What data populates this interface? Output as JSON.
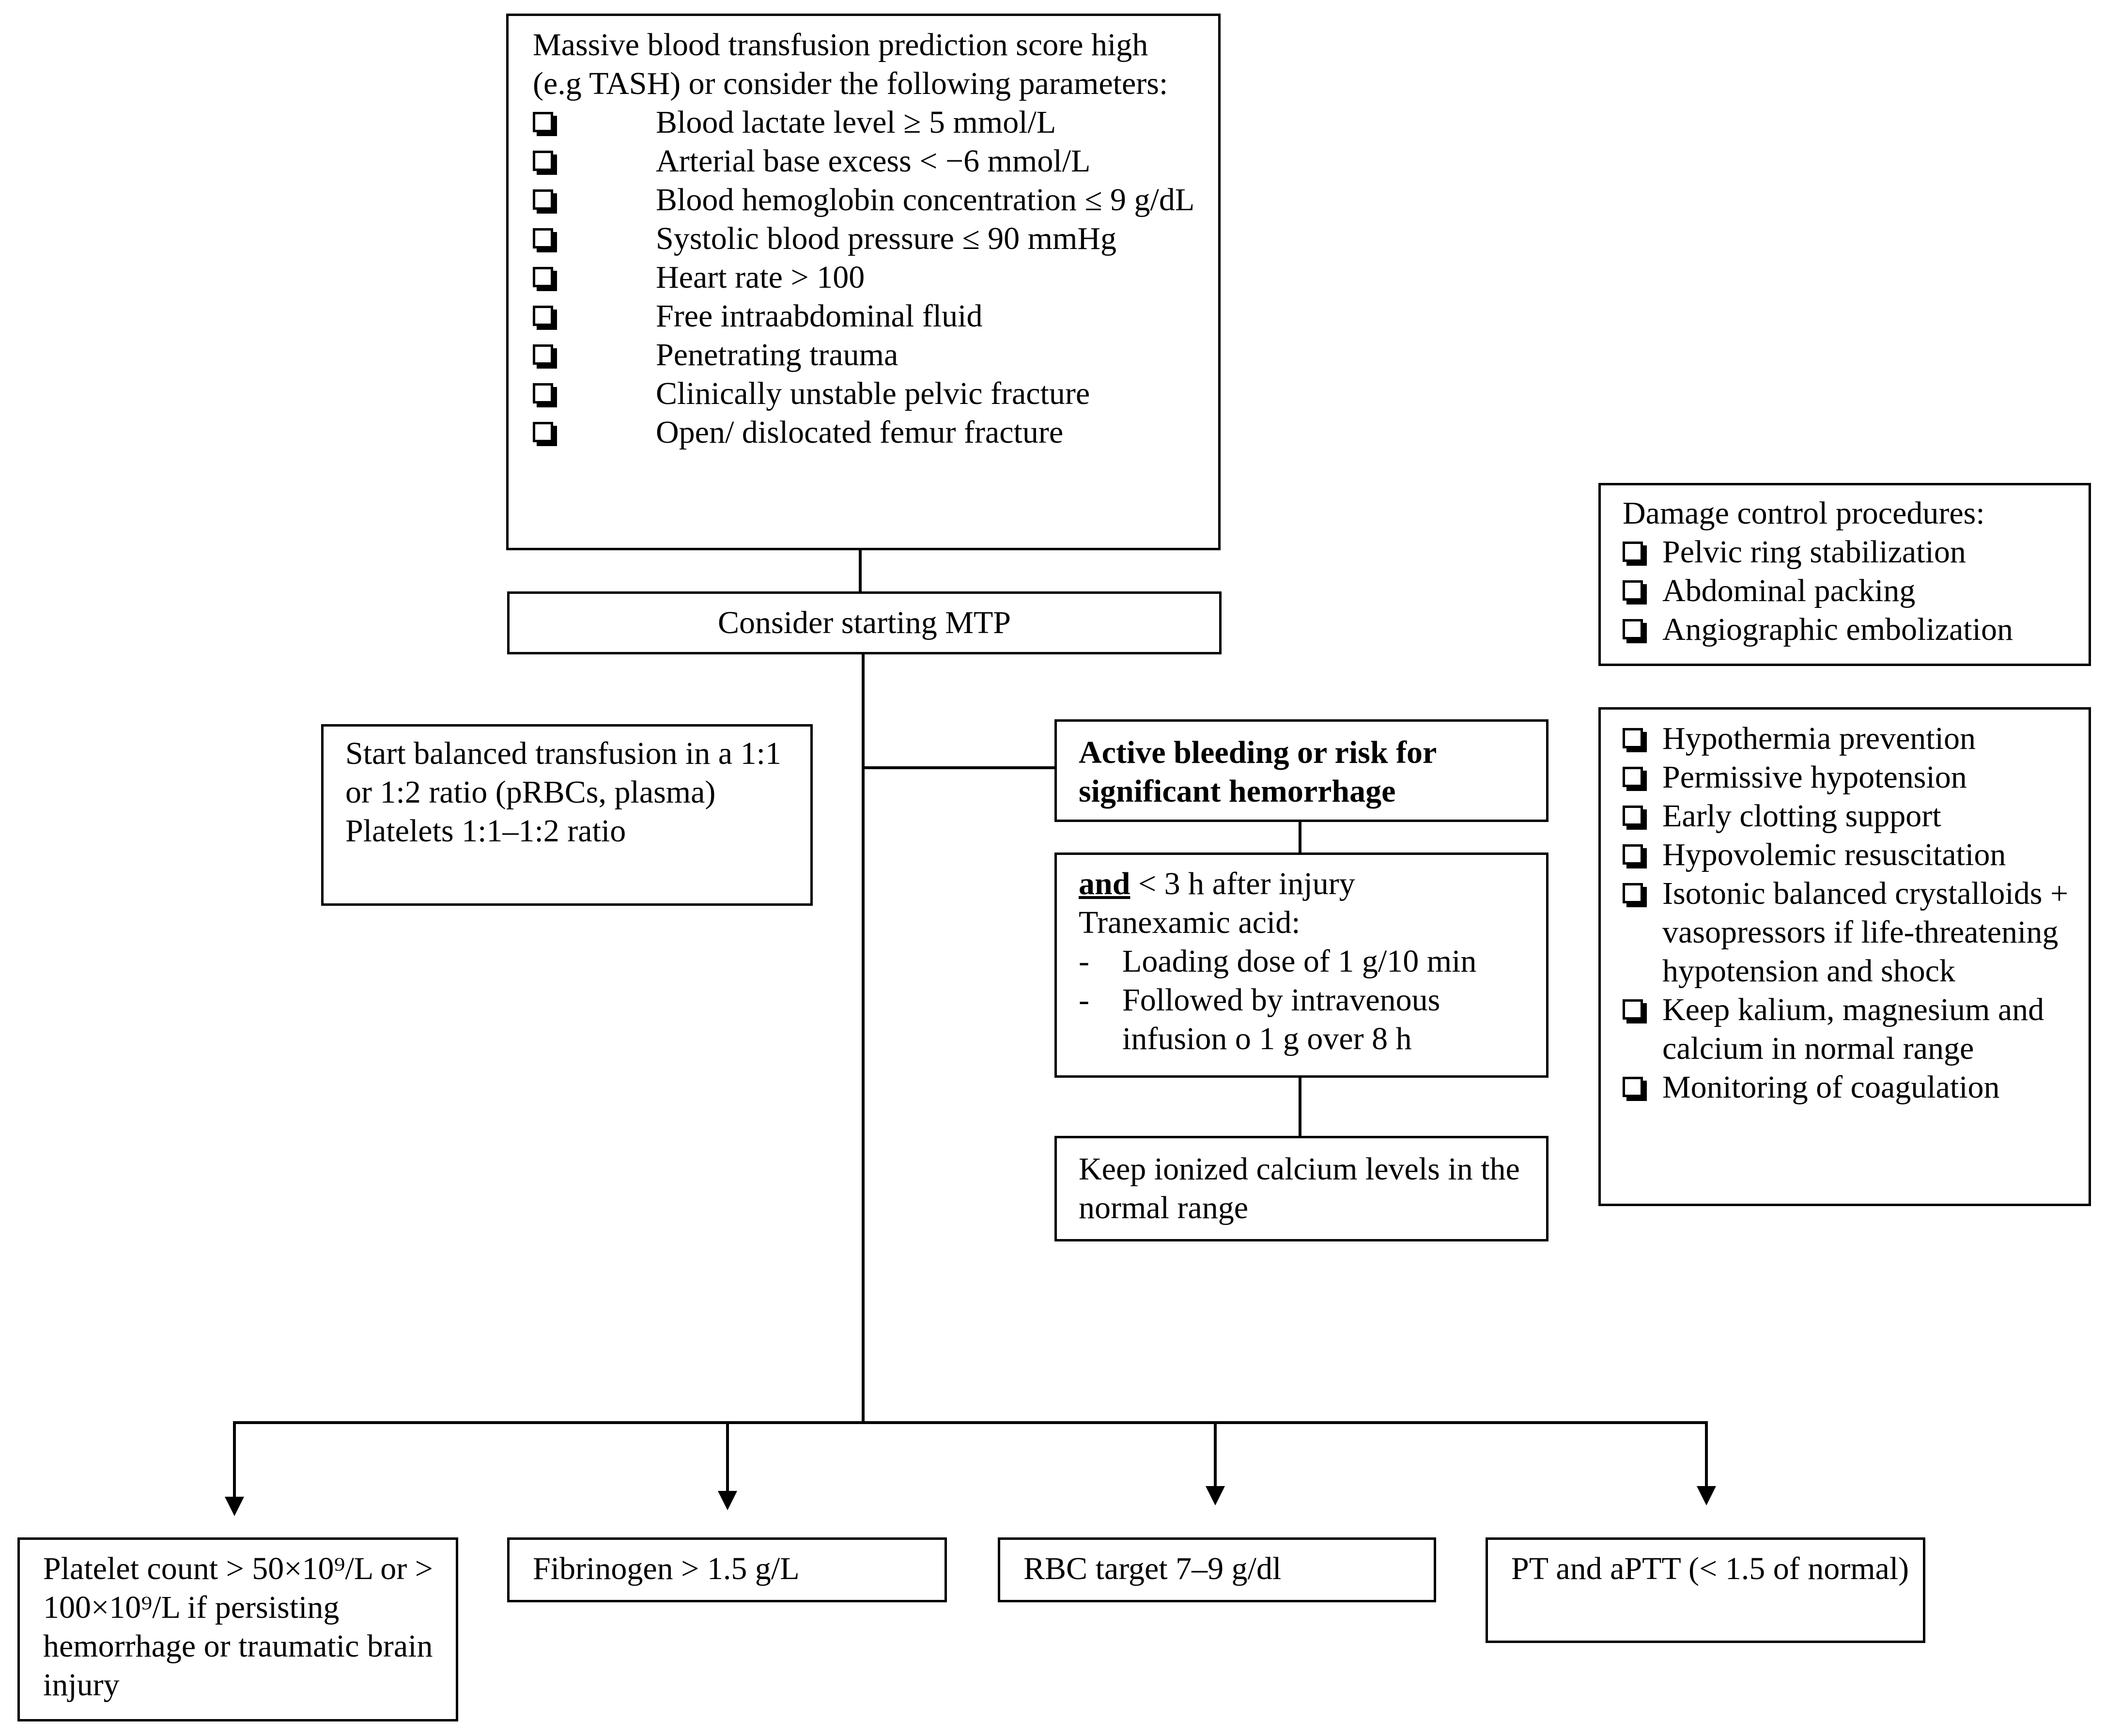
{
  "criteria_box": {
    "intro": "Massive blood transfusion prediction score high (e.g TASH) or consider the following parameters:",
    "items": [
      "Blood lactate level ≥ 5 mmol/L",
      "Arterial base excess < −6 mmol/L",
      "Blood hemoglobin concentration ≤ 9 g/dL",
      "Systolic blood pressure ≤ 90 mmHg",
      "Heart rate > 100",
      "Free intraabdominal fluid",
      "Penetrating trauma",
      "Clinically unstable pelvic fracture",
      "Open/ dislocated femur fracture"
    ]
  },
  "mtp_box": {
    "label": "Consider starting MTP"
  },
  "transfusion_box": {
    "line1": "Start balanced transfusion in a 1:1 or 1:2 ratio  (pRBCs, plasma)",
    "line2": "Platelets 1:1–1:2 ratio"
  },
  "bleeding_box": {
    "label": "Active bleeding or risk for significant hemorrhage"
  },
  "txa_box": {
    "and": "and",
    "time": " < 3 h after injury",
    "drug": "Tranexamic acid:",
    "bullets": [
      "Loading dose of 1 g/10 min",
      "Followed by intravenous infusion o 1 g over 8 h"
    ]
  },
  "calcium_box": {
    "label": "Keep ionized calcium levels in the normal range"
  },
  "damage_box": {
    "title": "Damage control procedures:",
    "items": [
      "Pelvic ring stabilization",
      "Abdominal packing",
      "Angiographic embolization"
    ]
  },
  "measures_box": {
    "items": [
      "Hypothermia prevention",
      "Permissive hypotension",
      "Early clotting support",
      "Hypovolemic resuscitation",
      "Isotonic balanced crystalloids + vasopressors if life-threatening hypotension and shock",
      "Keep kalium, magnesium and calcium in normal range",
      "Monitoring of coagulation"
    ]
  },
  "targets": [
    "Platelet count > 50×10⁹/L or > 100×10⁹/L if persisting hemorrhage or traumatic brain injury",
    "Fibrinogen > 1.5 g/L",
    "RBC target 7–9 g/dl",
    "PT and aPTT (< 1.5 of normal)"
  ]
}
